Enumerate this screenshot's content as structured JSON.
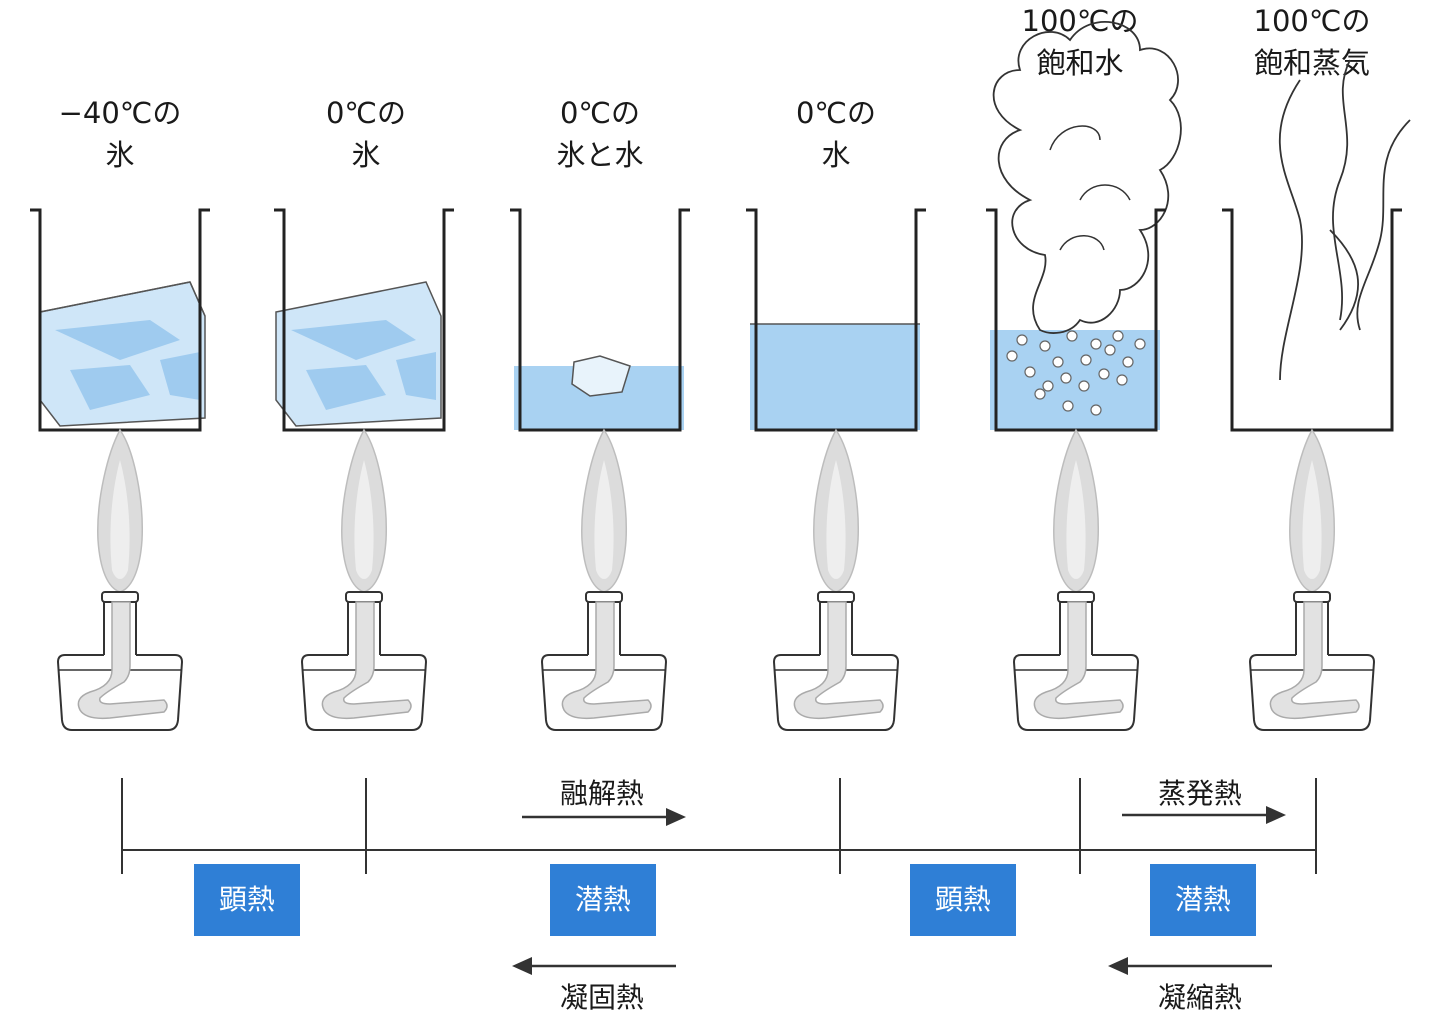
{
  "states": [
    {
      "line1": "−40℃の",
      "line2": "氷"
    },
    {
      "line1": "0℃の",
      "line2": "氷"
    },
    {
      "line1": "0℃の",
      "line2": "氷と水"
    },
    {
      "line1": "0℃の",
      "line2": "水"
    },
    {
      "line1": "100℃の",
      "line2": "飽和水"
    },
    {
      "line1": "100℃の",
      "line2": "飽和蒸気"
    }
  ],
  "heat_labels": {
    "fusion": "融解熱",
    "solidification": "凝固熱",
    "evaporation": "蒸発熱",
    "condensation": "凝縮熱"
  },
  "badges": [
    "顕熱",
    "潜熱",
    "顕熱",
    "潜熱"
  ],
  "colors": {
    "water": "#a9d2f2",
    "ice_patch": "#9fcbef",
    "badge": "#2f7fd6",
    "flame": "#d6d6d6",
    "line": "#333333"
  }
}
